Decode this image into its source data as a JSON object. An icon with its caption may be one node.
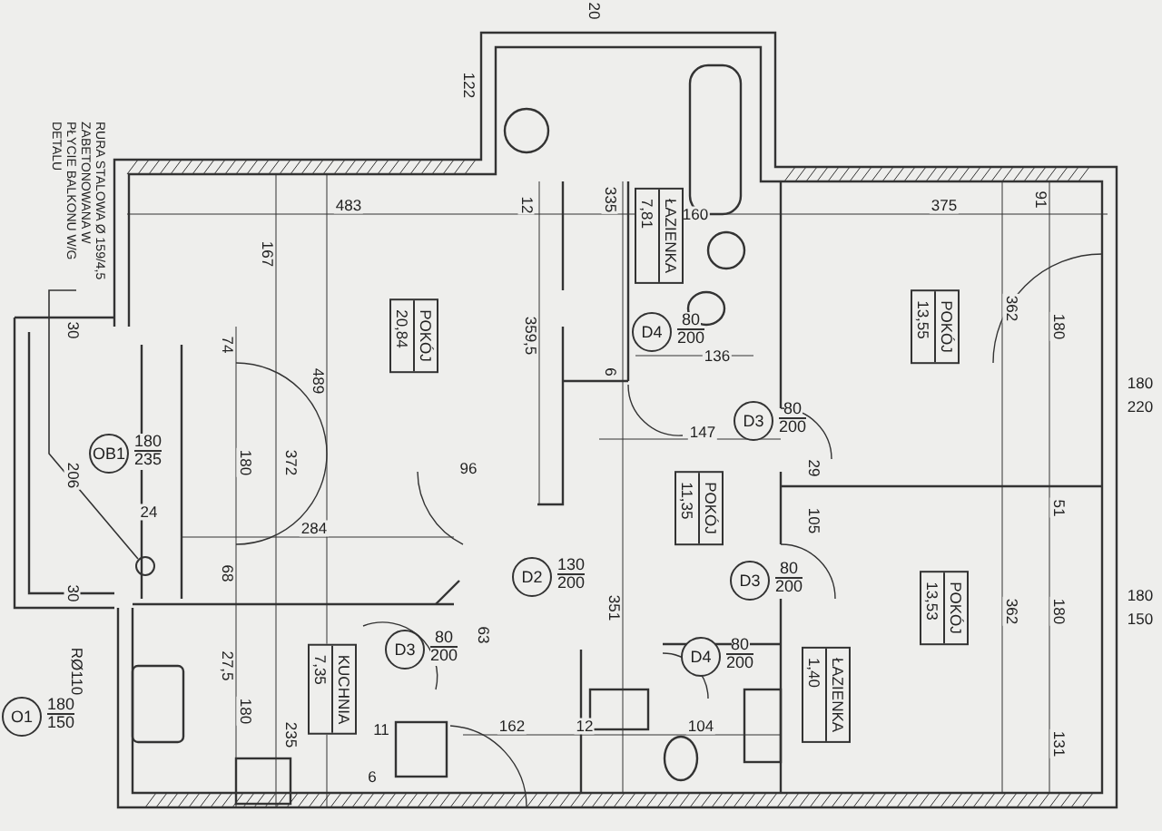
{
  "diagram": {
    "nodes": [
      {
        "text": [
          "RURA STALOWA Ø 159/4,5 ZABETONOWANA W PŁYCIE BALKONU W/G DETALU"
        ]
      },
      {
        "text": [],
        "shape": "circle"
      },
      {
        "text": [
          "POKÓJ",
          "20,84"
        ]
      },
      {
        "text": [
          "ŁAZIENKA",
          "7,81"
        ]
      },
      {
        "text": [
          "POKÓJ",
          "13,55"
        ]
      },
      {
        "text": [
          "POKÓJ",
          "11,35"
        ]
      },
      {
        "text": [
          "POKÓJ",
          "13,53"
        ]
      },
      {
        "text": [
          "KUCHNIA",
          "7,35"
        ]
      },
      {
        "text": [
          "ŁAZIENKA",
          "1,40"
        ]
      },
      {
        "text": [
          "D4"
        ],
        "beside": [
          "80",
          "200"
        ]
      },
      {
        "text": [
          "D3"
        ],
        "beside": [
          "80",
          "200"
        ]
      },
      {
        "text": [
          "OB1"
        ],
        "beside": [
          "180",
          "235"
        ]
      },
      {
        "text": [
          "D2"
        ],
        "beside": [
          "130",
          "200"
        ]
      },
      {
        "text": [
          "D3"
        ],
        "beside": [
          "80",
          "200"
        ]
      },
      {
        "text": [
          "D3"
        ],
        "beside": [
          "80",
          "200"
        ]
      },
      {
        "text": [
          "D4"
        ],
        "beside": [
          "80",
          "200"
        ]
      },
      {
        "text": [
          "O1"
        ],
        "beside": [
          "180",
          "150"
        ]
      }
    ],
    "edges": [
      {
        "from": 0,
        "to": 1,
        "arrow": "none"
      }
    ],
    "labels": [
      "20",
      "122",
      "483",
      "12",
      "375",
      "160",
      "335",
      "91",
      "167",
      "359,5",
      "489",
      "74",
      "30",
      "136",
      "6",
      "362",
      "180",
      "180",
      "220",
      "147",
      "29",
      "105",
      "51",
      "96",
      "372",
      "180",
      "206",
      "24",
      "284",
      "68",
      "30",
      "63",
      "351",
      "27,5",
      "235",
      "180",
      "RØ110",
      "362",
      "180",
      "180",
      "150",
      "162",
      "12",
      "104",
      "11",
      "6",
      "131"
    ]
  }
}
